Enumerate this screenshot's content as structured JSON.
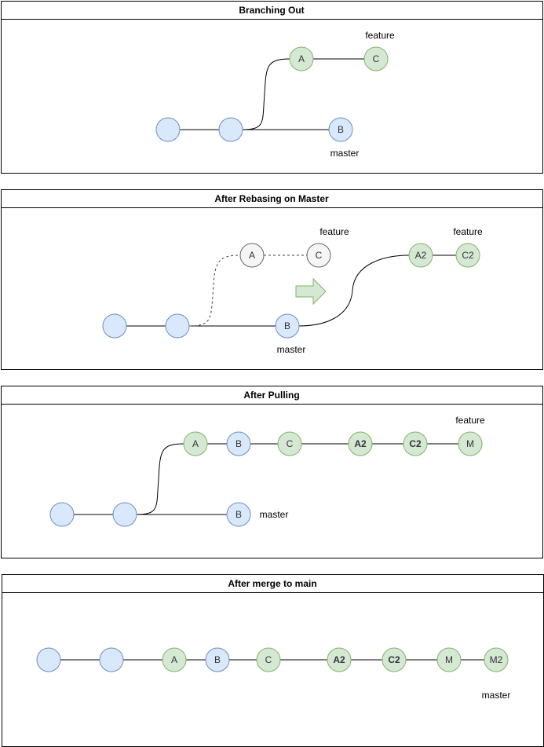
{
  "colors": {
    "blue_fill": "#dae8fc",
    "blue_stroke": "#6c8ebf",
    "green_fill": "#d5e8d4",
    "green_stroke": "#82b366",
    "grey_fill": "#f5f5f5",
    "grey_stroke": "#666666",
    "line": "#000000",
    "border": "#000000"
  },
  "panels": [
    {
      "title": "Branching Out",
      "nodes": [
        {
          "label": "",
          "color": "blue"
        },
        {
          "label": "",
          "color": "blue"
        },
        {
          "label": "A",
          "color": "green"
        },
        {
          "label": "C",
          "color": "green"
        },
        {
          "label": "B",
          "color": "blue"
        }
      ],
      "labels": [
        "feature",
        "master"
      ]
    },
    {
      "title": "After Rebasing on Master",
      "nodes": [
        {
          "label": "",
          "color": "blue"
        },
        {
          "label": "",
          "color": "blue"
        },
        {
          "label": "A",
          "color": "grey"
        },
        {
          "label": "C",
          "color": "grey"
        },
        {
          "label": "B",
          "color": "blue"
        },
        {
          "label": "A2",
          "color": "green"
        },
        {
          "label": "C2",
          "color": "green"
        }
      ],
      "labels": [
        "feature",
        "feature",
        "master"
      ]
    },
    {
      "title": "After Pulling",
      "nodes": [
        {
          "label": "",
          "color": "blue"
        },
        {
          "label": "",
          "color": "blue"
        },
        {
          "label": "A",
          "color": "green"
        },
        {
          "label": "B",
          "color": "blue"
        },
        {
          "label": "C",
          "color": "green"
        },
        {
          "label": "A2",
          "color": "green",
          "bold": true
        },
        {
          "label": "C2",
          "color": "green",
          "bold": true
        },
        {
          "label": "M",
          "color": "green"
        },
        {
          "label": "B",
          "color": "blue"
        }
      ],
      "labels": [
        "feature",
        "master"
      ]
    },
    {
      "title": "After merge to main",
      "nodes": [
        {
          "label": "",
          "color": "blue"
        },
        {
          "label": "",
          "color": "blue"
        },
        {
          "label": "A",
          "color": "green"
        },
        {
          "label": "B",
          "color": "blue"
        },
        {
          "label": "C",
          "color": "green"
        },
        {
          "label": "A2",
          "color": "green",
          "bold": true
        },
        {
          "label": "C2",
          "color": "green",
          "bold": true
        },
        {
          "label": "M",
          "color": "green"
        },
        {
          "label": "M2",
          "color": "green"
        }
      ],
      "labels": [
        "master"
      ]
    }
  ]
}
